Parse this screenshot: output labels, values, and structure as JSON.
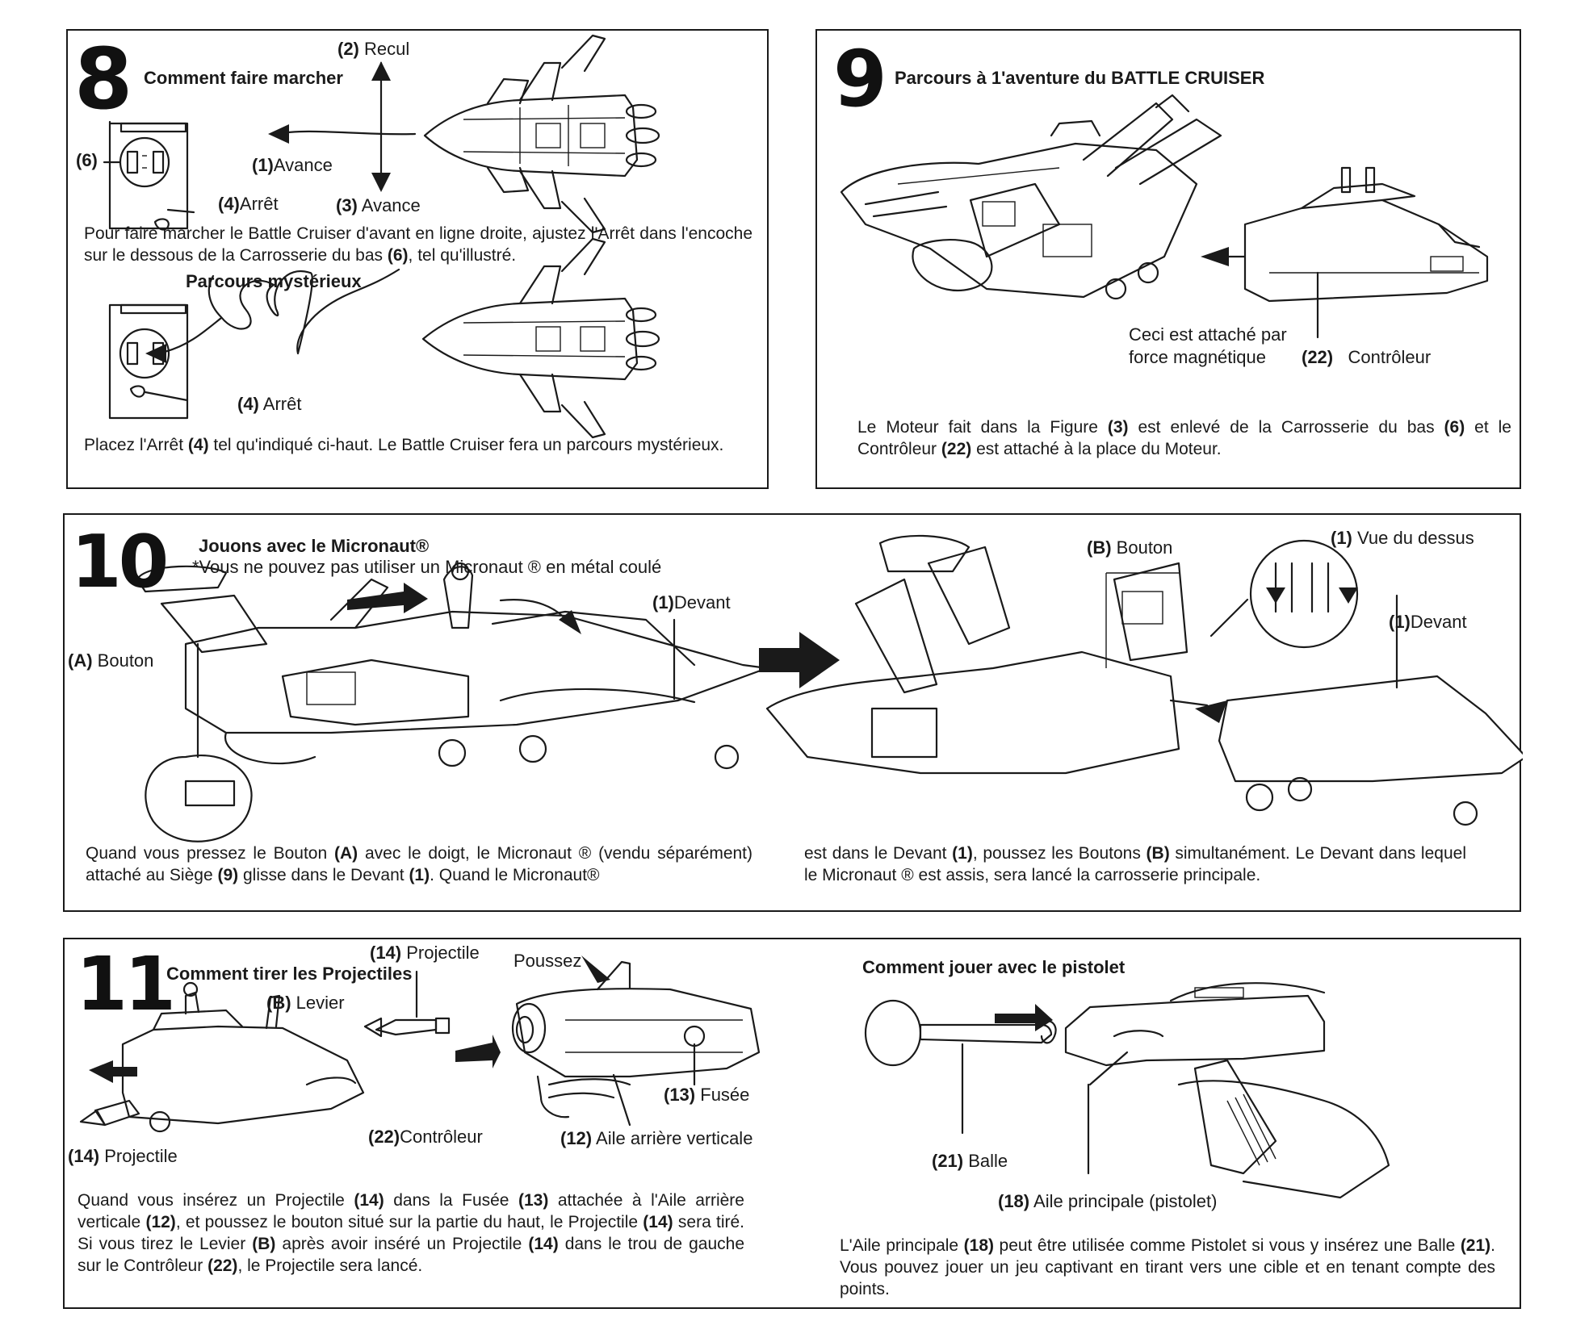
{
  "s8": {
    "num": "8",
    "title": "Comment faire marcher",
    "recul": "Recul",
    "recul_n": "(2)",
    "avance1": "Avance",
    "avance1_n": "(1)",
    "avance3": "Avance",
    "avance3_n": "(3)",
    "arret1": "Arrêt",
    "arret1_n": "(4)",
    "six": "(6)",
    "para1_a": "Pour faire marcher le Battle Cruiser d'avant en ligne droite, ajustez l'Arrêt dans l'encoche sur le dessous de la Carrosserie du bas ",
    "para1_b": "(6)",
    "para1_c": ", tel qu'illustré.",
    "sub": "Parcours mystérieux",
    "arret2": "Arrêt",
    "arret2_n": "(4)",
    "para2_a": "Placez l'Arrêt ",
    "para2_b": "(4)",
    "para2_c": " tel qu'indiqué ci-haut. Le Battle Cruiser fera un parcours mystérieux."
  },
  "s9": {
    "num": "9",
    "title": "Parcours à 1'aventure du BATTLE CRUISER",
    "note1": "Ceci est attaché par",
    "note2": "force magnétique",
    "ctrl_n": "(22)",
    "ctrl": "Contrôleur",
    "para_a": "Le Moteur fait dans la Figure ",
    "para_b": "(3)",
    "para_c": " est enlevé de la Carrosserie du bas ",
    "para_d": "(6)",
    "para_e": " et le Contrôleur ",
    "para_f": "(22)",
    "para_g": " est attaché à la place du Moteur."
  },
  "s10": {
    "num": "10",
    "title": "Jouons avec le Micronaut®",
    "subtitle": "*Vous ne pouvez pas utiliser un Micronaut ®   en métal coulé",
    "devant1": "Devant",
    "devant1_n": "(1)",
    "boutonA": "Bouton",
    "boutonA_n": "(A)",
    "boutonB": "Bouton",
    "boutonB_n": "(B)",
    "vue": "Vue du dessus",
    "vue_n": "(1)",
    "devant2": "Devant",
    "devant2_n": "(1)",
    "paraL_a": "Quand vous pressez le Bouton ",
    "paraL_b": "(A)",
    "paraL_c": " avec le doigt, le Micronaut ® (vendu séparément) attaché au Siège ",
    "paraL_d": "(9)",
    "paraL_e": " glisse dans le Devant ",
    "paraL_f": "(1)",
    "paraL_g": ". Quand le Micronaut®",
    "paraR_a": "est dans le Devant ",
    "paraR_b": "(1)",
    "paraR_c": ", poussez les Boutons ",
    "paraR_d": "(B)",
    "paraR_e": " simultanément. Le Devant dans lequel le Micronaut ®  est assis, sera lancé la carrosserie principale."
  },
  "s11": {
    "num": "11",
    "title": "Comment tirer les Projectiles",
    "proj_top": "Projectile",
    "proj_top_n": "(14)",
    "poussez": "Poussez",
    "levier": "Levier",
    "levier_n": "(B)",
    "fusee": "Fusée",
    "fusee_n": "(13)",
    "ctrl": "Contrôleur",
    "ctrl_n": "(22)",
    "aile": "Aile arrière verticale",
    "aile_n": "(12)",
    "proj_bot": "Projectile",
    "proj_bot_n": "(14)",
    "para_a": "Quand vous insérez un Projectile ",
    "para_b": "(14)",
    "para_c": " dans la Fusée ",
    "para_d": "(13)",
    "para_e": " attachée à l'Aile arrière verticale ",
    "para_f": "(12)",
    "para_g": ", et poussez le bouton situé sur la partie du haut, le Projectile ",
    "para_h": "(14)",
    "para_i": " sera tiré. Si vous tirez le Levier ",
    "para_j": "(B)",
    "para_k": " après avoir inséré un Projectile ",
    "para_l": "(14)",
    "para_m": " dans le trou de gauche sur le Contrôleur ",
    "para_n": "(22)",
    "para_o": ", le Projectile sera lancé."
  },
  "pistolet": {
    "title": "Comment jouer avec le pistolet",
    "balle": "Balle",
    "balle_n": "(21)",
    "aile": "Aile principale (pistolet)",
    "aile_n": "(18)",
    "para_a": "L'Aile principale ",
    "para_b": "(18)",
    "para_c": " peut être utilisée comme Pistolet si vous y insérez une Balle ",
    "para_d": "(21)",
    "para_e": ". Vous pouvez jouer un jeu captivant en tirant vers une cible et en tenant compte des points."
  }
}
